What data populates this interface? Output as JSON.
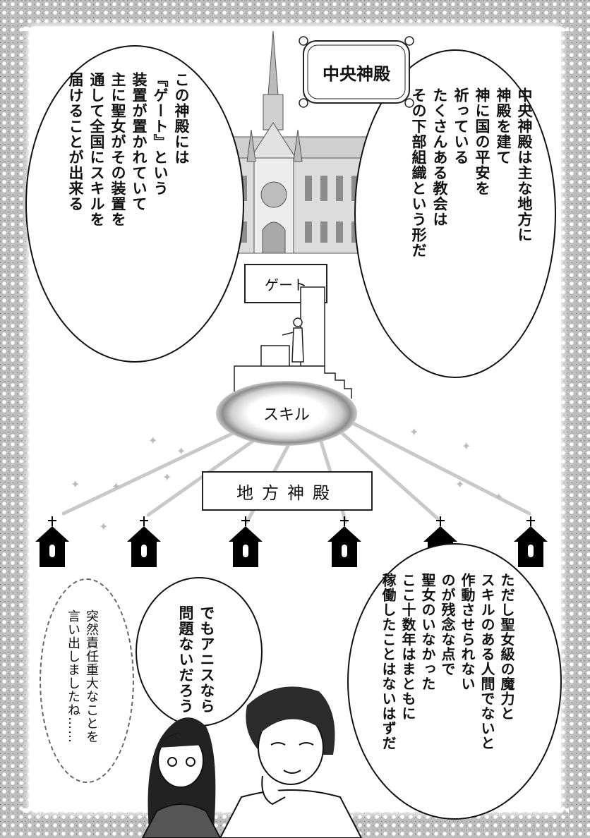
{
  "labels": {
    "central_temple": "中央神殿",
    "gate": "ゲート",
    "skill": "スキル",
    "regional_temple": "地方神殿"
  },
  "bubbles": {
    "left_top": {
      "col1": "この神殿には",
      "col2": "『ゲート』という",
      "col3": "装置が置かれていて",
      "col4": "主に聖女がその装置を",
      "col5": "通して全国にスキルを",
      "col6": "届けることが出来る"
    },
    "right_top": {
      "col1": "中央神殿は主な地方に",
      "col2": "神殿を建て",
      "col3": "神に国の平安を",
      "col4": "祈っている",
      "col5": "たくさんある教会は",
      "col6": "その下部組織という形だ"
    },
    "bottom_right": {
      "col1": "ただし聖女級の魔力と",
      "col2": "スキルのある人間でないと",
      "col3": "作動させられない",
      "col4": "のが残念な点で",
      "col5": "聖女のいなかった",
      "col6": "ここ十数年はまともに",
      "col7": "稼働したことはないはずだ"
    },
    "bottom_middle": {
      "col1": "でもアニスなら",
      "col2": "問題ないだろう"
    },
    "bottom_left": {
      "col1": "突然責任重大なことを",
      "col2": "言い出しましたね……"
    }
  },
  "churches_count": 6
}
